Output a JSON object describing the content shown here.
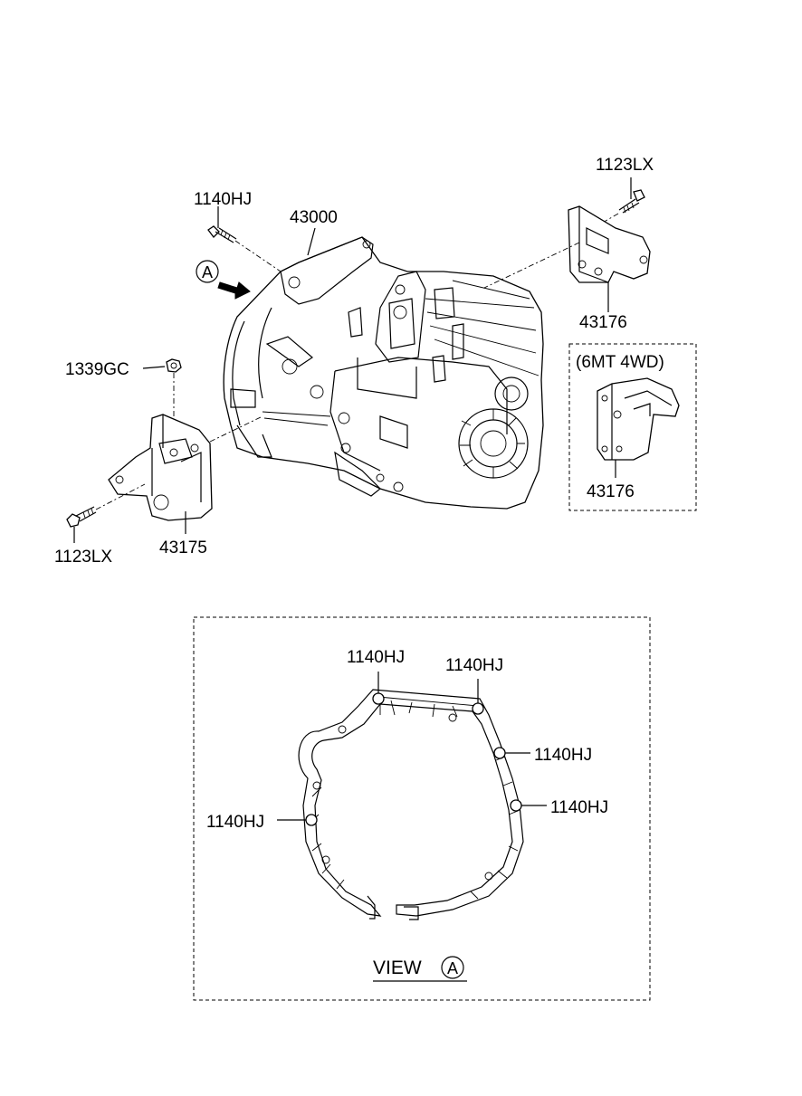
{
  "callouts": {
    "bolt_top_left": "1140HJ",
    "transaxle": "43000",
    "bolt_top_right": "1123LX",
    "bracket_right": "43176",
    "nut_left": "1339GC",
    "bolt_bottom_left": "1123LX",
    "bracket_left": "43175",
    "view_marker": "A"
  },
  "variant_box": {
    "title": "(6MT 4WD)",
    "part": "43176"
  },
  "view_panel": {
    "title": "VIEW",
    "marker": "A",
    "bolts": [
      "1140HJ",
      "1140HJ",
      "1140HJ",
      "1140HJ",
      "1140HJ"
    ]
  }
}
